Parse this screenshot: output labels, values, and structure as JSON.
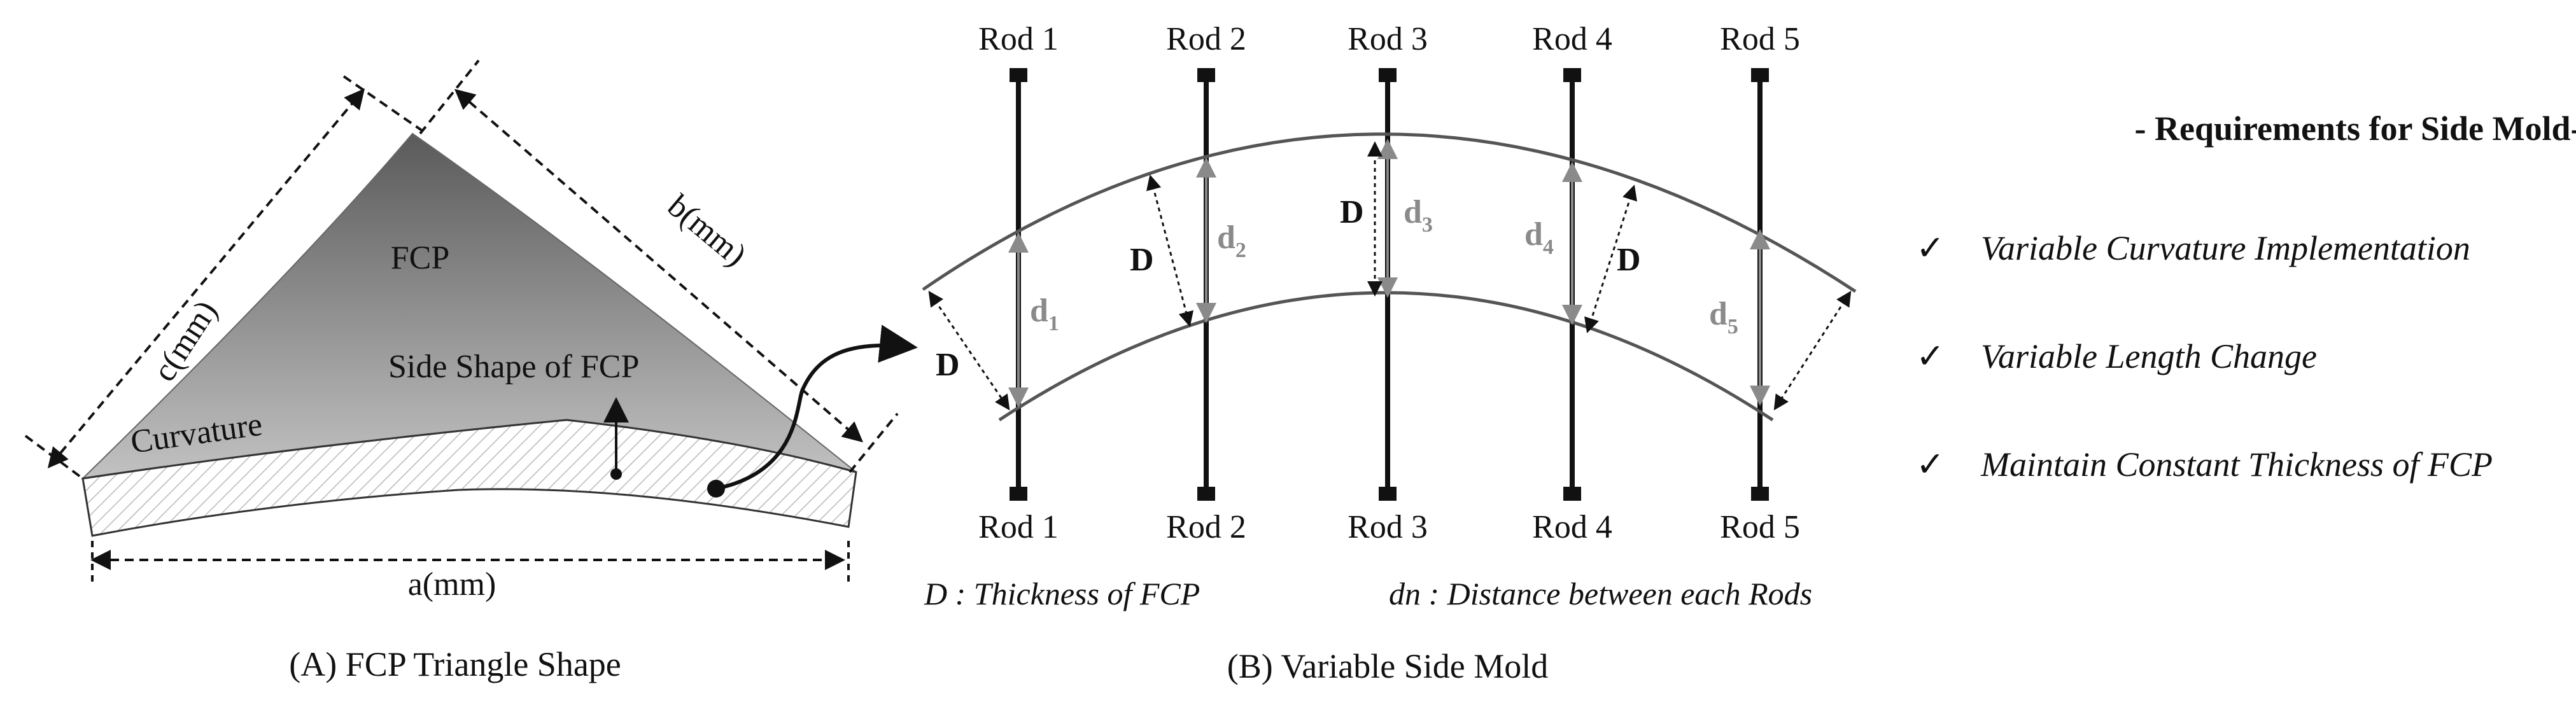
{
  "panel_a": {
    "caption": "(A) FCP  Triangle Shape",
    "fcp_label": "FCP",
    "side_shape_label": "Side Shape of FCP",
    "curvature_label": "Curvature",
    "dim_a": "a(mm)",
    "dim_b": "b(mm)",
    "dim_c": "c(mm)"
  },
  "panel_b": {
    "caption": "(B) Variable Side Mold",
    "rods_top": [
      "Rod 1",
      "Rod 2",
      "Rod 3",
      "Rod 4",
      "Rod 5"
    ],
    "rods_bottom": [
      "Rod 1",
      "Rod 2",
      "Rod 3",
      "Rod 4",
      "Rod 5"
    ],
    "thickness_symbol": "D",
    "distance_symbol": "d",
    "distance_indices": [
      "1",
      "2",
      "3",
      "4",
      "5"
    ],
    "note_thickness": "D : Thickness of FCP",
    "note_distance": "dn : Distance between each Rods"
  },
  "requirements": {
    "title": "- Requirements for Side Mold-",
    "check_mark": "✓",
    "items": [
      "Variable Curvature Implementation",
      "Variable Length Change",
      "Maintain Constant Thickness of FCP"
    ]
  },
  "colors": {
    "fcp_gradient_top": "#5e5e5e",
    "fcp_gradient_bottom": "#bdbdbd",
    "distance_arrow": "#8a8a8a",
    "rod": "#111111"
  }
}
